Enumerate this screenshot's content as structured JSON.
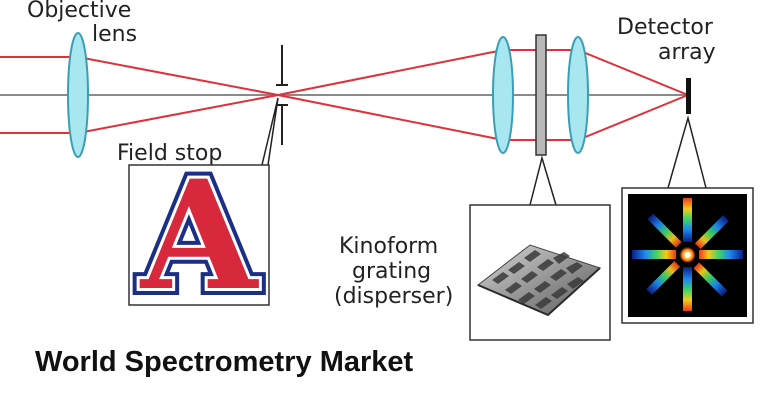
{
  "labels": {
    "objective_line1": "Objective",
    "objective_line2": "lens",
    "detector_line1": "Detector",
    "detector_line2": "array",
    "field_stop": "Field stop",
    "kinoform_line1": "Kinoform",
    "kinoform_line2": "grating",
    "kinoform_line3": "(disperser)"
  },
  "logo_text": "A",
  "footer_title": "World Spectrometry Market",
  "colors": {
    "ray": "#e0303a",
    "axis": "#8a8a8a",
    "lens_fill": "#a8e6f0",
    "lens_stroke": "#3a9fb5",
    "logo_blue": "#1c2f86",
    "logo_red": "#d8283c",
    "grating": "#b8b8b8"
  },
  "icons": [
    "objective-lens-icon",
    "field-stop-icon",
    "university-logo-icon",
    "kinoform-surface-icon",
    "detector-pattern-icon"
  ]
}
